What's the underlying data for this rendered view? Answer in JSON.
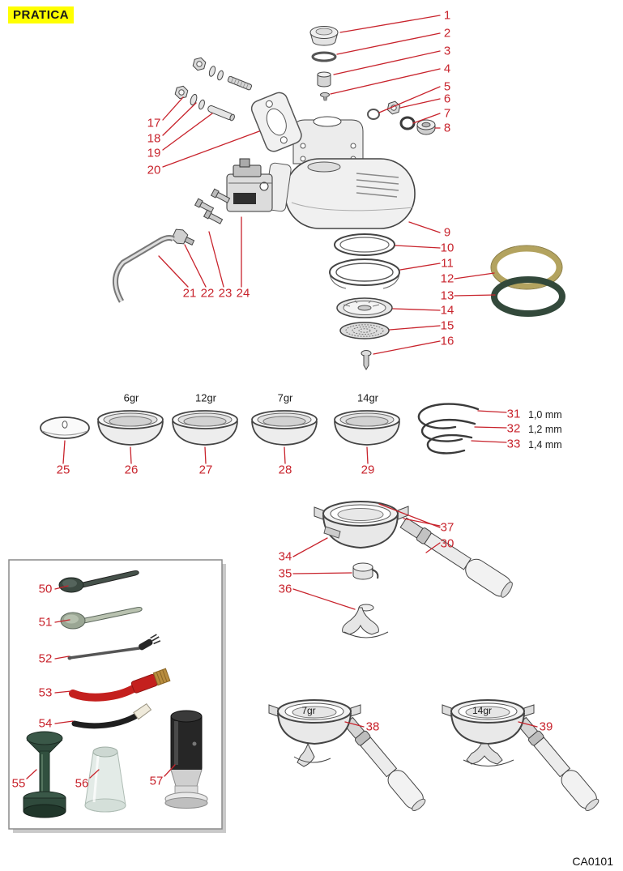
{
  "page": {
    "brand": "PRATICA",
    "code": "CA0101"
  },
  "colors": {
    "callout_red": "#c8232c",
    "brand_bg": "#ffff00",
    "gasket_tan": "#b3a35f",
    "gasket_green": "#33493b"
  },
  "callouts": {
    "c1": "1",
    "c2": "2",
    "c3": "3",
    "c4": "4",
    "c5": "5",
    "c6": "6",
    "c7": "7",
    "c8": "8",
    "c9": "9",
    "c10": "10",
    "c11": "11",
    "c12": "12",
    "c13": "13",
    "c14": "14",
    "c15": "15",
    "c16": "16",
    "c17": "17",
    "c18": "18",
    "c19": "19",
    "c20": "20",
    "c21": "21",
    "c22": "22",
    "c23": "23",
    "c24": "24",
    "c25": "25",
    "c26": "26",
    "c27": "27",
    "c28": "28",
    "c29": "29",
    "c30": "30",
    "c31": "31",
    "c32": "32",
    "c33": "33",
    "c34": "34",
    "c35": "35",
    "c36": "36",
    "c37": "37",
    "c38": "38",
    "c39": "39",
    "c50": "50",
    "c51": "51",
    "c52": "52",
    "c53": "53",
    "c54": "54",
    "c55": "55",
    "c56": "56",
    "c57": "57"
  },
  "size_labels": {
    "s31": "1,0 mm",
    "s32": "1,2 mm",
    "s33": "1,4 mm"
  },
  "basket_labels": {
    "b26": "6gr",
    "b27": "12gr",
    "b28": "7gr",
    "b29": "14gr"
  },
  "portafilter_labels": {
    "p38": "7gr",
    "p39": "14gr"
  }
}
